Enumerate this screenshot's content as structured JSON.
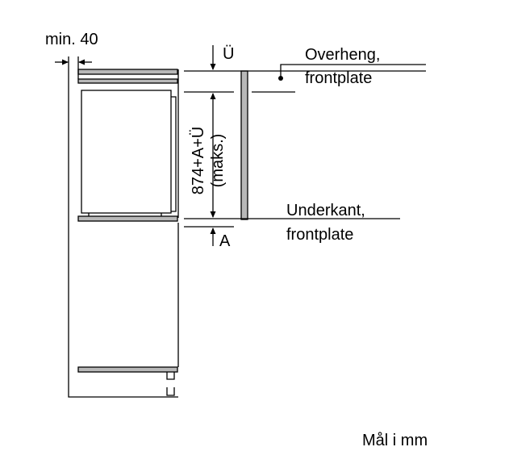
{
  "labels": {
    "min_gap": "min. 40",
    "overhang_symbol": "Ü",
    "overhang_line1": "Overheng,",
    "overhang_line2": "frontplate",
    "height_line1": "874+A+Ü",
    "height_line2": "(maks.)",
    "lower_edge_line1": "Underkant,",
    "lower_edge_line2": "frontplate",
    "a_symbol": "A",
    "units_note": "Mål i mm"
  },
  "colors": {
    "line": "#000000",
    "shelf_fill": "#b8b8b8",
    "background": "#ffffff"
  }
}
